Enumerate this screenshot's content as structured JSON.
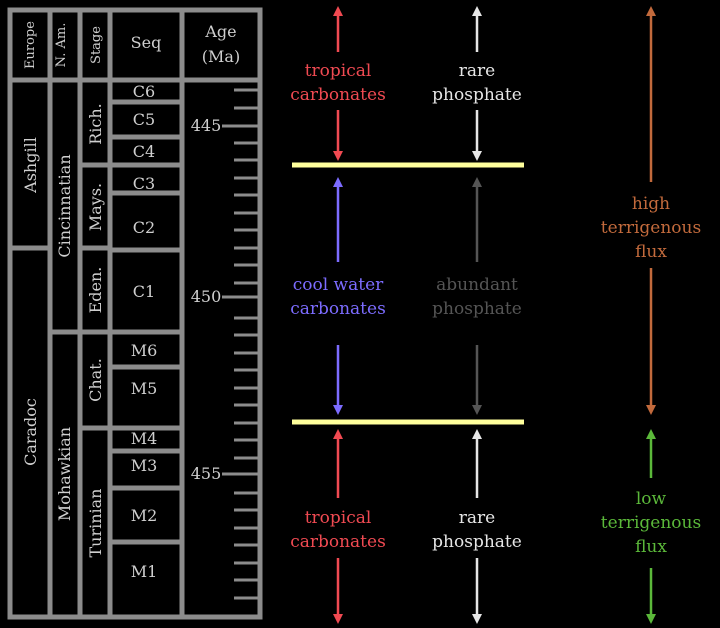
{
  "column_headers": {
    "europe": "Europe",
    "north_america": "N. Am.",
    "stage": "Stage",
    "sequence": "Seq",
    "age_line1": "Age",
    "age_line2": "(Ma)"
  },
  "europe_units": [
    "Ashgill",
    "Caradoc"
  ],
  "north_america_units": [
    "Cincinnatian",
    "Mohawkian"
  ],
  "stages": [
    "Rich.",
    "Mays.",
    "Eden.",
    "Chat.",
    "Turinian"
  ],
  "sequences": [
    "C6",
    "C5",
    "C4",
    "C3",
    "C2",
    "C1",
    "M6",
    "M5",
    "M4",
    "M3",
    "M2",
    "M1"
  ],
  "age_labels": [
    "445",
    "450",
    "455"
  ],
  "zones": {
    "upper": {
      "carbonate_line1": "tropical",
      "carbonate_line2": "carbonates",
      "phosphate_line1": "rare",
      "phosphate_line2": "phosphate"
    },
    "middle": {
      "carbonate_line1": "cool water",
      "carbonate_line2": "carbonates",
      "phosphate_line1": "abundant",
      "phosphate_line2": "phosphate"
    },
    "lower": {
      "carbonate_line1": "tropical",
      "carbonate_line2": "carbonates",
      "phosphate_line1": "rare",
      "phosphate_line2": "phosphate"
    }
  },
  "flux": {
    "high_line1": "high",
    "high_line2": "terrigenous",
    "high_line3": "flux",
    "low_line1": "low",
    "low_line2": "terrigenous",
    "low_line3": "flux"
  },
  "colors": {
    "background": "#000000",
    "frame": "#8c8c8c",
    "text_gray": "#cfcfcf",
    "tropical_red": "#f04a52",
    "cool_blue": "#7c6cff",
    "rare_white": "#e6e6e6",
    "abundant_gray": "#555555",
    "high_flux_brown": "#c26a3c",
    "low_flux_green": "#5bb83a",
    "boundary_yellow": "#ffff9c"
  }
}
